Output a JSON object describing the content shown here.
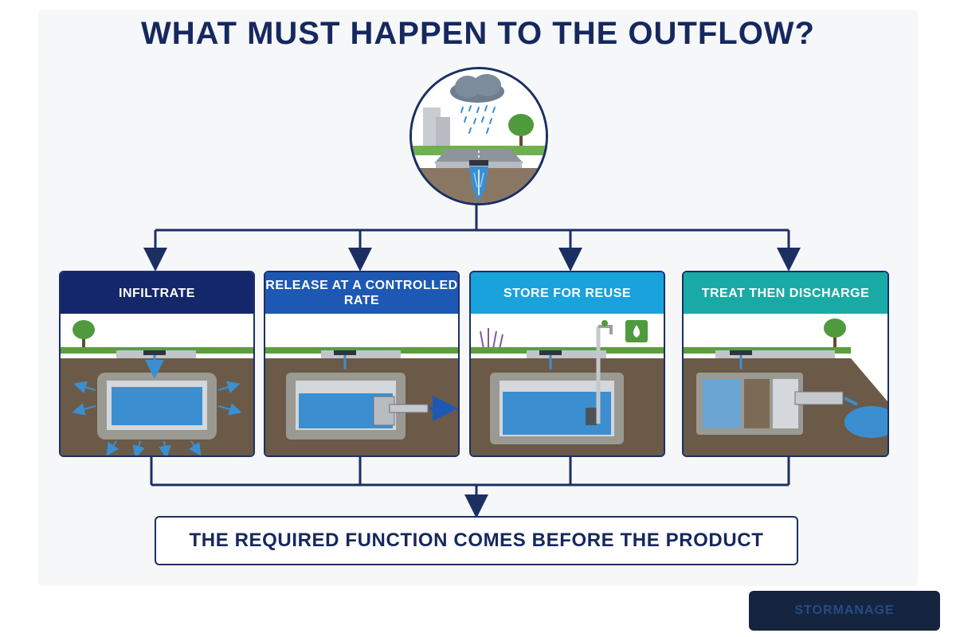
{
  "title": "WHAT MUST HAPPEN TO THE OUTFLOW?",
  "hero": {
    "icons": [
      "rain-cloud-icon",
      "building-icon",
      "tree-icon",
      "road-drain-icon",
      "water-outflow-icon"
    ]
  },
  "options": [
    {
      "label": "INFILTRATE",
      "color": "#14276a",
      "icons": [
        "tree-icon",
        "drain-grate-icon",
        "gravel-tank-icon",
        "seepage-arrow-icon"
      ]
    },
    {
      "label": "RELEASE AT A CONTROLLED RATE",
      "color": "#1d59b4",
      "icons": [
        "drain-grate-icon",
        "detention-tank-icon",
        "flow-control-outlet-icon"
      ]
    },
    {
      "label": "STORE FOR REUSE",
      "color": "#1aa2dd",
      "icons": [
        "lavender-plant-icon",
        "drain-grate-icon",
        "storage-tank-icon",
        "pump-icon",
        "tap-icon",
        "water-drop-icon"
      ]
    },
    {
      "label": "TREAT THEN DISCHARGE",
      "color": "#1aaaa6",
      "icons": [
        "tree-icon",
        "drain-grate-icon",
        "treatment-chambers-icon",
        "outfall-pipe-icon",
        "pond-icon"
      ]
    }
  ],
  "footer": "THE REQUIRED FUNCTION COMES BEFORE THE PRODUCT",
  "brand": "STORMANAGE",
  "colors": {
    "navy": "#1b2f63",
    "water": "#3b8fd0",
    "soil": "#6b5a48",
    "grass": "#4e9a3c"
  }
}
